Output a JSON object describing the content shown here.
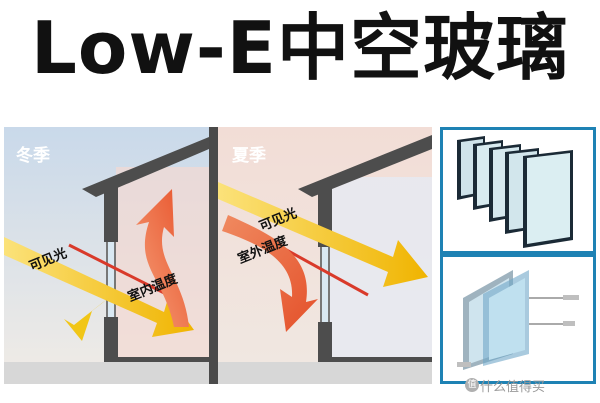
{
  "title": "Low-E中空玻璃",
  "panels": {
    "winter": {
      "season": "冬季",
      "visible_light": "可见光",
      "indoor_temp": "室内温度"
    },
    "summer": {
      "season": "夏季",
      "visible_light": "可见光",
      "outdoor_temp": "室外温度"
    }
  },
  "watermark": {
    "text": "什么值得买"
  },
  "colors": {
    "sky_blue": "#c7d9ea",
    "wall_gray": "#4d4d4d",
    "sunlight_yellow": "#f3c400",
    "heat_orange": "#ee6a3a",
    "frame_blue": "#1e82b4"
  }
}
